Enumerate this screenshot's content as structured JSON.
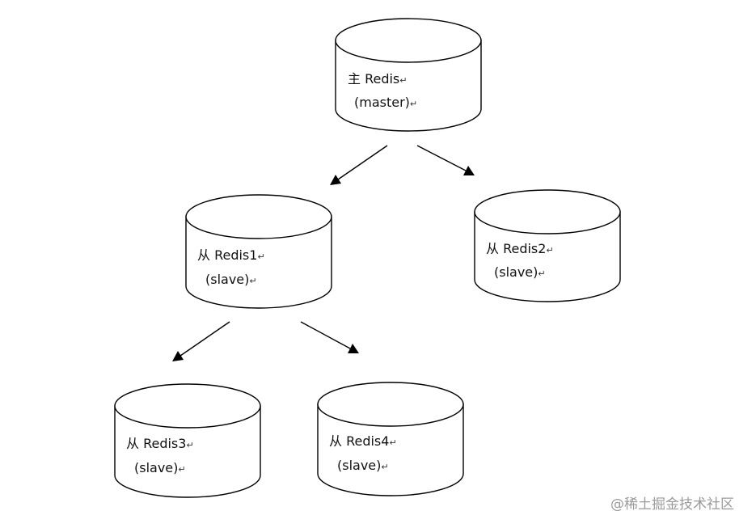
{
  "nodes": {
    "master": {
      "line1": "主 Redis",
      "line2": "(master)",
      "mark": "↵"
    },
    "redis1": {
      "line1": "从 Redis1",
      "line2": "(slave)",
      "mark": "↵"
    },
    "redis2": {
      "line1": "从 Redis2",
      "line2": "(slave)",
      "mark": "↵"
    },
    "redis3": {
      "line1": "从 Redis3",
      "line2": "(slave)",
      "mark": "↵"
    },
    "redis4": {
      "line1": "从 Redis4",
      "line2": "(slave)",
      "mark": "↵"
    }
  },
  "edges": [
    {
      "from": "master",
      "to": "redis1"
    },
    {
      "from": "master",
      "to": "redis2"
    },
    {
      "from": "redis1",
      "to": "redis3"
    },
    {
      "from": "redis1",
      "to": "redis4"
    }
  ],
  "watermark": "@稀土掘金技术社区"
}
